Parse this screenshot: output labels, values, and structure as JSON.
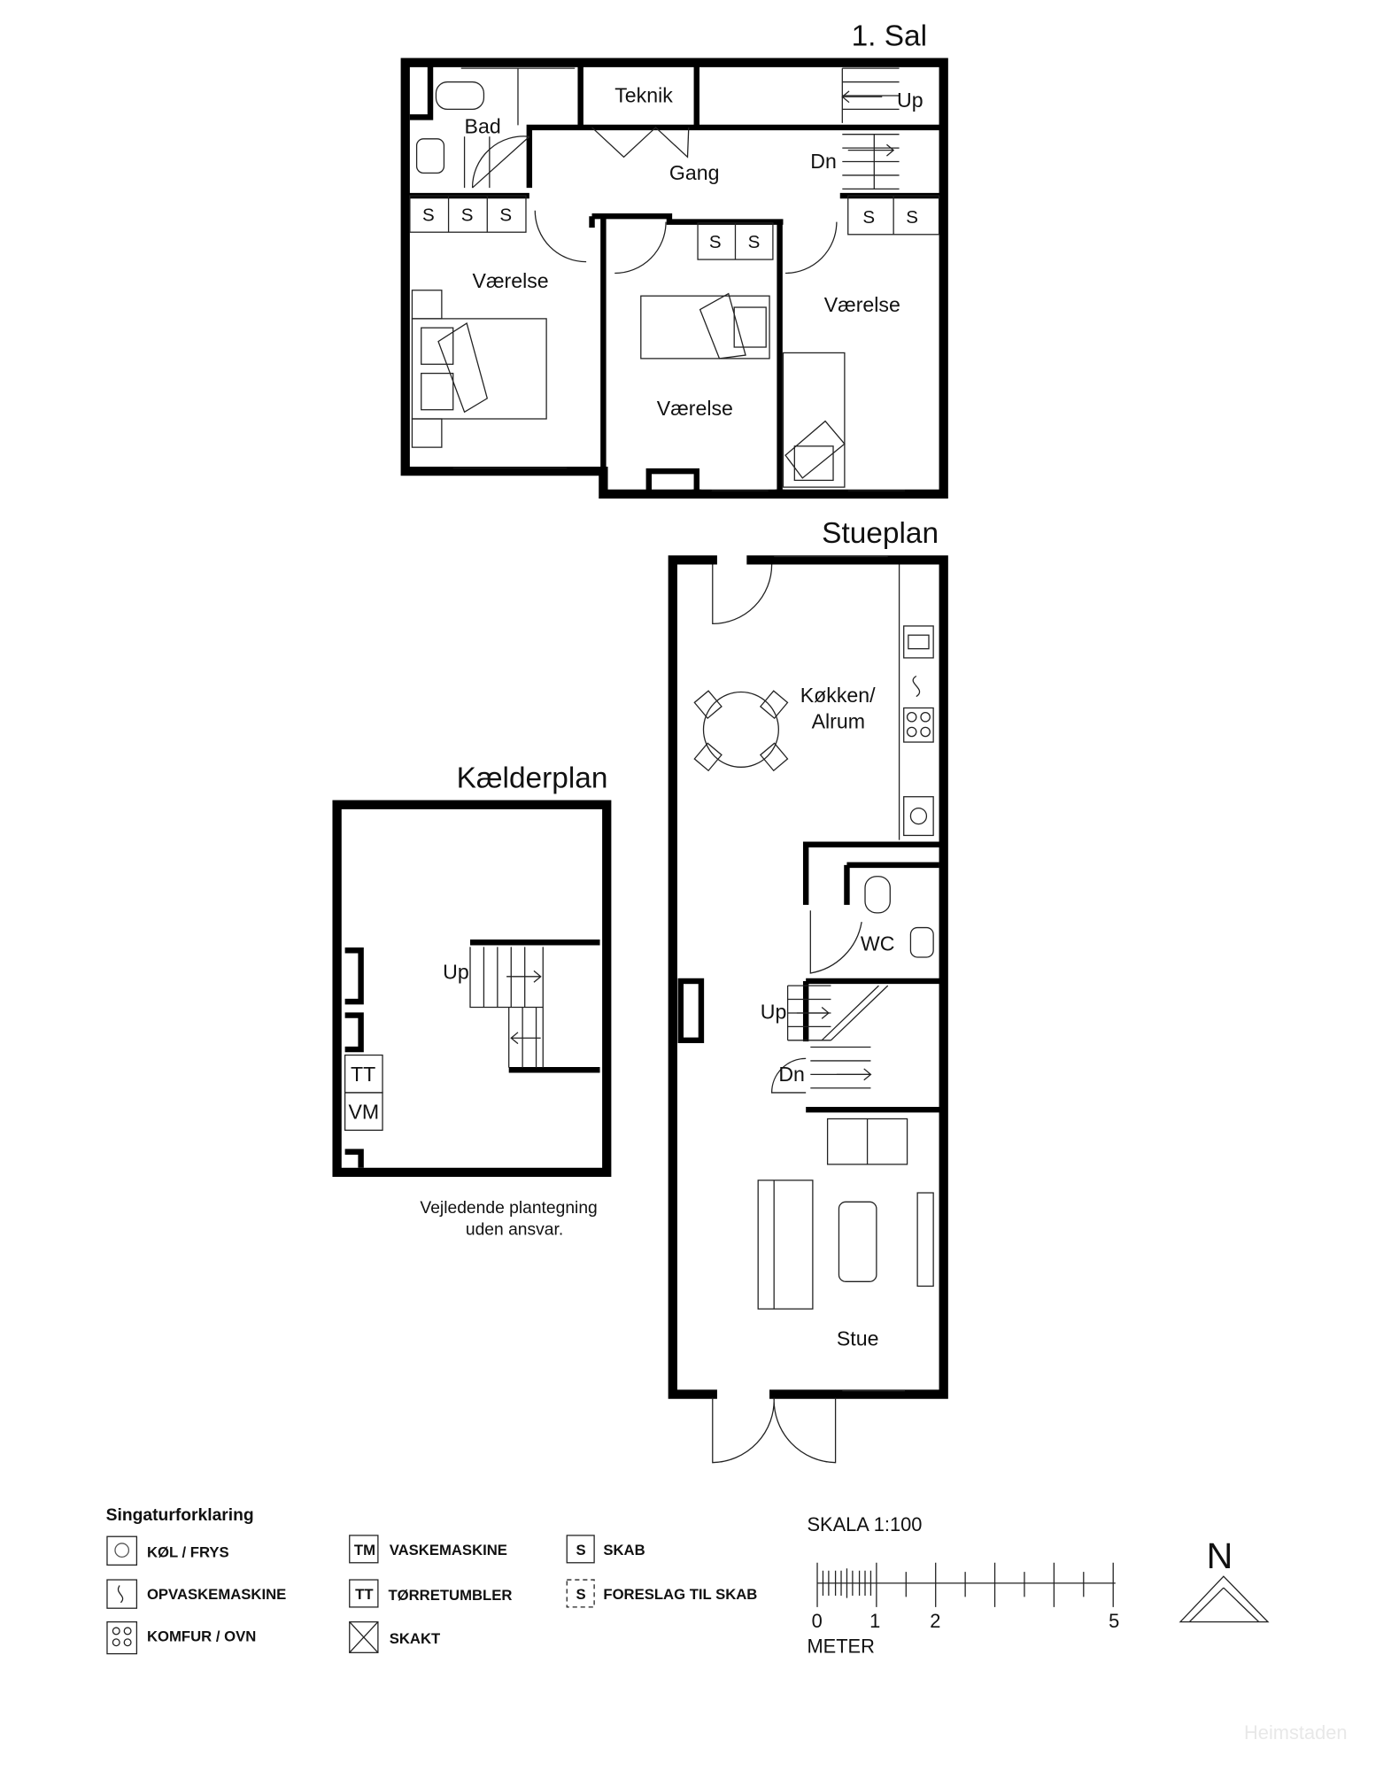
{
  "floors": {
    "first": {
      "title": "1. Sal",
      "rooms": {
        "bath": "Bad",
        "technical": "Teknik",
        "hall": "Gang",
        "bedroom_left": "Værelse",
        "bedroom_middle": "Værelse",
        "bedroom_right": "Værelse"
      },
      "stairs": {
        "up": "Up",
        "down": "Dn"
      },
      "cabinet": "S"
    },
    "ground": {
      "title": "Stueplan",
      "rooms": {
        "kitchen_line1": "Køkken/",
        "kitchen_line2": "Alrum",
        "wc": "WC",
        "living": "Stue"
      },
      "stairs": {
        "up": "Up",
        "down": "Dn"
      }
    },
    "basement": {
      "title": "Kælderplan",
      "stairs": {
        "up": "Up"
      },
      "appliances": {
        "dryer": "TT",
        "washer": "VM"
      }
    }
  },
  "disclaimer": {
    "line1": "Vejledende plantegning",
    "line2": "uden ansvar."
  },
  "legend": {
    "title": "Singaturforklaring",
    "items": [
      {
        "symbol": "fridge-icon",
        "label": "KØL / FRYS"
      },
      {
        "symbol": "dishwasher-icon",
        "label": "OPVASKEMASKINE"
      },
      {
        "symbol": "stove-icon",
        "label": "KOMFUR / OVN"
      },
      {
        "symbol": "TM",
        "label": "VASKEMASKINE"
      },
      {
        "symbol": "TT",
        "label": "TØRRETUMBLER"
      },
      {
        "symbol": "shaft-icon",
        "label": "SKAKT"
      },
      {
        "symbol": "S",
        "label": "SKAB"
      },
      {
        "symbol": "S",
        "label": "FORESLAG TIL SKAB"
      }
    ]
  },
  "scale": {
    "title": "SKALA 1:100",
    "ticks": [
      "0",
      "1",
      "2",
      "5"
    ],
    "unit": "METER"
  },
  "north": "N",
  "watermark": "Heimstaden"
}
